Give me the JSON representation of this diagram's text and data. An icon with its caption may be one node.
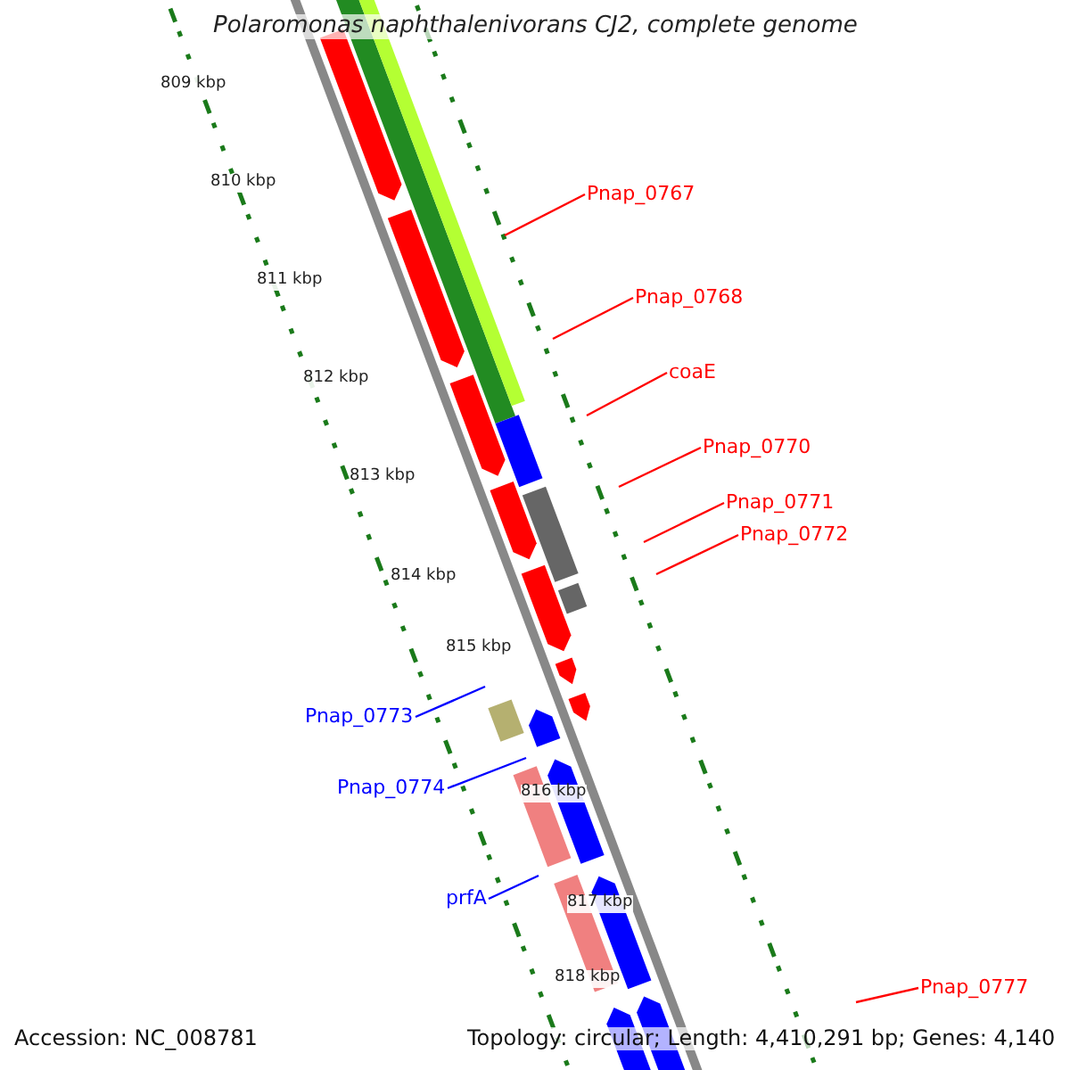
{
  "diagram": {
    "title": "Polaromonas naphthalenivorans CJ2, complete genome",
    "nodes": [
      {
        "text": [
          "Pnap_0767"
        ]
      },
      {
        "text": [
          "Pnap_0768"
        ]
      },
      {
        "text": [
          "coaE"
        ]
      },
      {
        "text": [
          "Pnap_0770"
        ]
      },
      {
        "text": [
          "Pnap_0771"
        ]
      },
      {
        "text": [
          "Pnap_0772"
        ]
      },
      {
        "text": [
          "Pnap_0773"
        ]
      },
      {
        "text": [
          "Pnap_0774"
        ]
      },
      {
        "text": [
          "prfA"
        ]
      },
      {
        "text": [
          "Pnap_0777"
        ]
      }
    ],
    "edges": [
      {
        "from": 0,
        "to": null,
        "arrow": "none"
      },
      {
        "from": 1,
        "to": null,
        "arrow": "none"
      },
      {
        "from": 2,
        "to": null,
        "arrow": "none"
      },
      {
        "from": 3,
        "to": null,
        "arrow": "none"
      },
      {
        "from": 4,
        "to": null,
        "arrow": "none"
      },
      {
        "from": 5,
        "to": null,
        "arrow": "none"
      },
      {
        "from": 6,
        "to": null,
        "arrow": "none",
        "color": "#0000ff"
      },
      {
        "from": 7,
        "to": null,
        "arrow": "none",
        "color": "#0000ff"
      },
      {
        "from": 8,
        "to": null,
        "arrow": "none",
        "color": "#0000ff"
      },
      {
        "from": 9,
        "to": null,
        "arrow": "none"
      }
    ],
    "labels": [
      "809 kbp",
      "810 kbp",
      "811 kbp",
      "812 kbp",
      "813 kbp",
      "814 kbp",
      "815 kbp",
      "816 kbp",
      "817 kbp",
      "818 kbp",
      "Accession: NC_008781",
      "Topology: circular; Length: 4,410,291 bp; Genes: 4,140"
    ]
  }
}
